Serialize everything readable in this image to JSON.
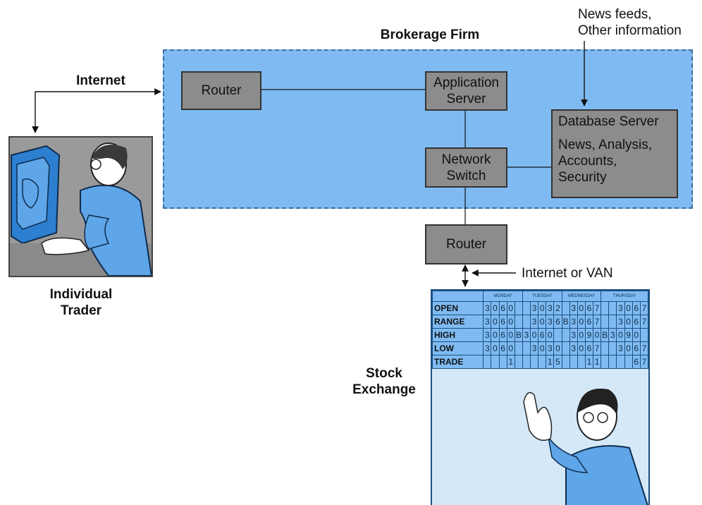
{
  "labels": {
    "brokerage_firm": "Brokerage Firm",
    "internet": "Internet",
    "news_feeds_line1": "News feeds,",
    "news_feeds_line2": "Other information",
    "individual_trader_line1": "Individual",
    "individual_trader_line2": "Trader",
    "stock_exchange_line1": "Stock",
    "stock_exchange_line2": "Exchange",
    "internet_or_van": "Internet or VAN"
  },
  "nodes": {
    "router_firm": "Router",
    "app_server_line1": "Application",
    "app_server_line2": "Server",
    "network_switch_line1": "Network",
    "network_switch_line2": "Switch",
    "router_exchange": "Router",
    "database_server": {
      "title": "Database Server",
      "line1": "News, Analysis,",
      "line2": "Accounts,",
      "line3": "Security"
    }
  },
  "quote_board": {
    "days": [
      "MONDAY",
      "TUESDAY",
      "WEDNESDAY",
      "THURSDAY"
    ],
    "rows": [
      {
        "label": "OPEN",
        "cells": [
          "3",
          "0",
          "6",
          "0",
          "",
          "",
          "3",
          "0",
          "3",
          "2",
          "",
          "3",
          "0",
          "6",
          "7",
          "",
          "",
          "3",
          "0",
          "6",
          "7"
        ]
      },
      {
        "label": "RANGE",
        "cells": [
          "3",
          "0",
          "6",
          "0",
          "",
          "",
          "3",
          "0",
          "3",
          "6",
          "B",
          "3",
          "0",
          "6",
          "7",
          "",
          "",
          "3",
          "0",
          "6",
          "7"
        ]
      },
      {
        "label": "HIGH",
        "cells": [
          "3",
          "0",
          "6",
          "0",
          "B",
          "3",
          "0",
          "6",
          "0",
          "",
          "",
          "3",
          "0",
          "9",
          "0",
          "B",
          "3",
          "0",
          "9",
          "0",
          ""
        ]
      },
      {
        "label": "LOW",
        "cells": [
          "3",
          "0",
          "6",
          "0",
          "",
          "",
          "3",
          "0",
          "3",
          "0",
          "",
          "3",
          "0",
          "6",
          "7",
          "",
          "",
          "3",
          "0",
          "6",
          "7"
        ]
      },
      {
        "label": "TRADE",
        "cells": [
          "",
          "",
          "",
          "1",
          "",
          "",
          "",
          "",
          "1",
          "5",
          "",
          "",
          "",
          "1",
          "1",
          "",
          "",
          "",
          "",
          "6",
          "7"
        ]
      }
    ]
  },
  "colors": {
    "firm_fill": "#7fbbf2",
    "node_fill": "#8c8c8c",
    "board_fill": "#7fbbf2"
  }
}
